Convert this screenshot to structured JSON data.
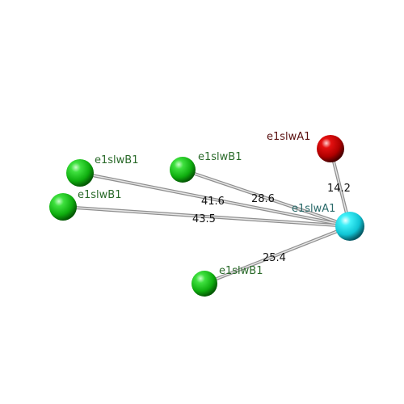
{
  "colors": {
    "background": "#ffffff",
    "bond": "#b8b8b8",
    "label_dark_green": "#2a6a2a",
    "label_dark_red": "#5a1010",
    "label_teal": "#2a6a6a",
    "distance_text": "#111111"
  },
  "atoms": [
    {
      "id": "center",
      "label": "e1slwA1",
      "color": "cyan",
      "label_color": "#2a6a6a"
    },
    {
      "id": "red",
      "label": "e1slwA1",
      "color": "red",
      "label_color": "#5a1010"
    },
    {
      "id": "green_top_mid",
      "label": "e1slwB1",
      "color": "green",
      "label_color": "#2a6a2a"
    },
    {
      "id": "green_top_left",
      "label": "e1slwB1",
      "color": "green",
      "label_color": "#2a6a2a"
    },
    {
      "id": "green_left",
      "label": "e1slwB1",
      "color": "green",
      "label_color": "#2a6a2a"
    },
    {
      "id": "green_bottom",
      "label": "e1slwB1",
      "color": "green",
      "label_color": "#2a6a2a"
    }
  ],
  "bonds": [
    {
      "from": "center",
      "to": "red",
      "distance": "14.2"
    },
    {
      "from": "center",
      "to": "green_top_mid",
      "distance": "28.6"
    },
    {
      "from": "center",
      "to": "green_top_left",
      "distance": "41.6"
    },
    {
      "from": "center",
      "to": "green_left",
      "distance": "43.5"
    },
    {
      "from": "center",
      "to": "green_bottom",
      "distance": "25.4"
    }
  ]
}
